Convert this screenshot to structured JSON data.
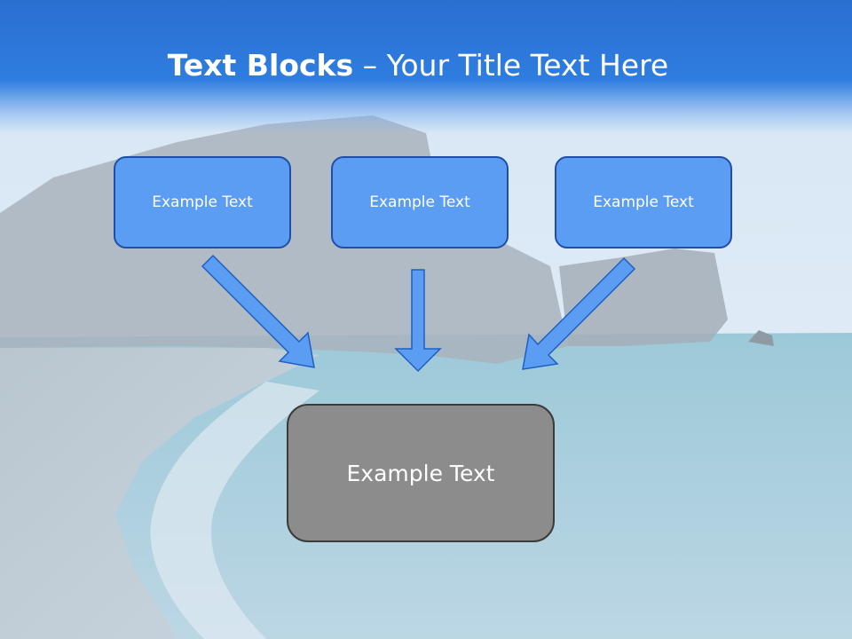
{
  "slide": {
    "title_bold": "Text Blocks",
    "title_dash": " – ",
    "title_rest": "Your Title Text Here"
  },
  "top_boxes": [
    {
      "label": "Example Text"
    },
    {
      "label": "Example Text"
    },
    {
      "label": "Example Text"
    }
  ],
  "bottom_box": {
    "label": "Example Text"
  },
  "colors": {
    "title_band": "#2f7de0",
    "top_box_fill": "#5b9df3",
    "top_box_border": "#1f4ea8",
    "bottom_box_fill": "#8c8c8c",
    "arrow_fill": "#5b9df3"
  },
  "background": {
    "description_icon": "beach-rocks-photo"
  }
}
